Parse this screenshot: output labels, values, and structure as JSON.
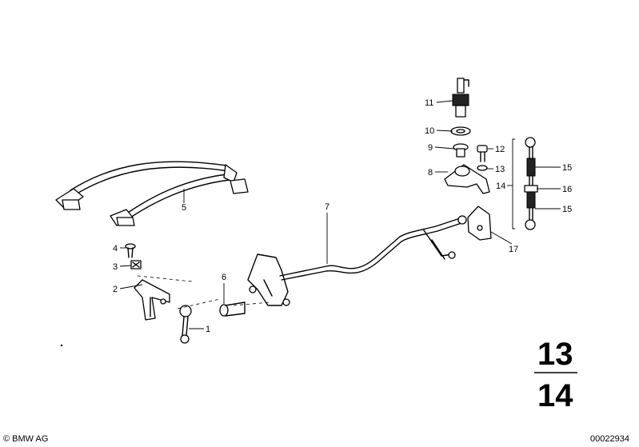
{
  "callouts": [
    {
      "id": "1",
      "label": "1"
    },
    {
      "id": "2",
      "label": "2"
    },
    {
      "id": "3",
      "label": "3"
    },
    {
      "id": "4",
      "label": "4"
    },
    {
      "id": "5",
      "label": "5"
    },
    {
      "id": "6",
      "label": "6"
    },
    {
      "id": "7",
      "label": "7"
    },
    {
      "id": "8",
      "label": "8"
    },
    {
      "id": "9",
      "label": "9"
    },
    {
      "id": "10",
      "label": "10"
    },
    {
      "id": "11",
      "label": "11"
    },
    {
      "id": "12",
      "label": "12"
    },
    {
      "id": "13",
      "label": "13"
    },
    {
      "id": "14",
      "label": "14"
    },
    {
      "id": "15a",
      "label": "15"
    },
    {
      "id": "16",
      "label": "16"
    },
    {
      "id": "15b",
      "label": "15"
    },
    {
      "id": "17",
      "label": "17"
    }
  ],
  "group": {
    "top": "13",
    "bottom": "14"
  },
  "footer": {
    "copyright": "© BMW AG",
    "diagram_number": "00022934"
  }
}
